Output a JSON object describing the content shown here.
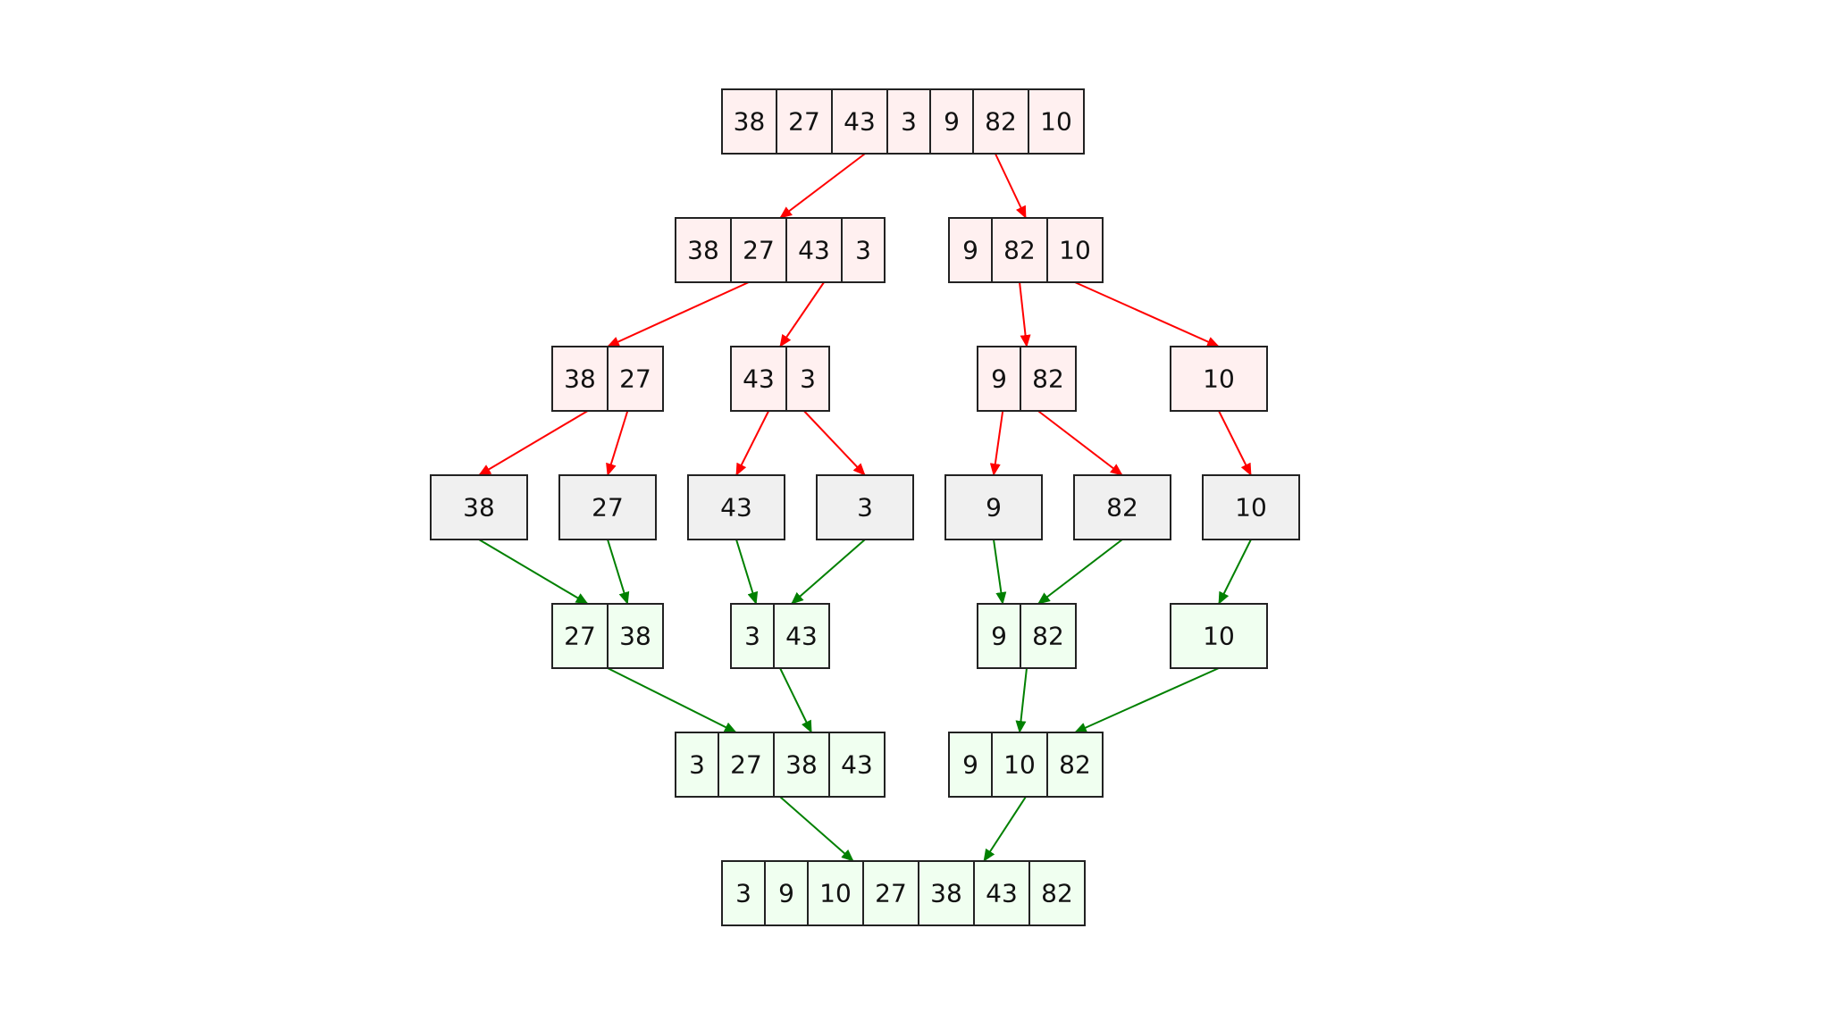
{
  "colors": {
    "split_fill": "#fff0f0",
    "leaf_fill": "#f0f0f0",
    "merge_fill": "#f0fff0",
    "split_edge": "#ff0000",
    "merge_edge": "#008000",
    "border": "#222222"
  },
  "nodes": [
    {
      "id": "root",
      "kind": "split",
      "values": [
        "38",
        "27",
        "43",
        "3",
        "9",
        "82",
        "10"
      ]
    },
    {
      "id": "s_left",
      "kind": "split",
      "values": [
        "38",
        "27",
        "43",
        "3"
      ]
    },
    {
      "id": "s_right",
      "kind": "split",
      "values": [
        "9",
        "82",
        "10"
      ]
    },
    {
      "id": "s_38_27",
      "kind": "split",
      "values": [
        "38",
        "27"
      ]
    },
    {
      "id": "s_43_3",
      "kind": "split",
      "values": [
        "43",
        "3"
      ]
    },
    {
      "id": "s_9_82",
      "kind": "split",
      "values": [
        "9",
        "82"
      ]
    },
    {
      "id": "s_10",
      "kind": "split",
      "values": [
        "10"
      ]
    },
    {
      "id": "leaf_38",
      "kind": "leaf",
      "values": [
        "38"
      ]
    },
    {
      "id": "leaf_27",
      "kind": "leaf",
      "values": [
        "27"
      ]
    },
    {
      "id": "leaf_43",
      "kind": "leaf",
      "values": [
        "43"
      ]
    },
    {
      "id": "leaf_3",
      "kind": "leaf",
      "values": [
        "3"
      ]
    },
    {
      "id": "leaf_9",
      "kind": "leaf",
      "values": [
        "9"
      ]
    },
    {
      "id": "leaf_82",
      "kind": "leaf",
      "values": [
        "82"
      ]
    },
    {
      "id": "leaf_10",
      "kind": "leaf",
      "values": [
        "10"
      ]
    },
    {
      "id": "m_27_38",
      "kind": "merge",
      "values": [
        "27",
        "38"
      ]
    },
    {
      "id": "m_3_43",
      "kind": "merge",
      "values": [
        "3",
        "43"
      ]
    },
    {
      "id": "m_9_82",
      "kind": "merge",
      "values": [
        "9",
        "82"
      ]
    },
    {
      "id": "m_10",
      "kind": "merge",
      "values": [
        "10"
      ]
    },
    {
      "id": "m_left",
      "kind": "merge",
      "values": [
        "3",
        "27",
        "38",
        "43"
      ]
    },
    {
      "id": "m_right",
      "kind": "merge",
      "values": [
        "9",
        "10",
        "82"
      ]
    },
    {
      "id": "result",
      "kind": "merge",
      "values": [
        "3",
        "9",
        "10",
        "27",
        "38",
        "43",
        "82"
      ]
    }
  ],
  "edges": [
    {
      "from": "root",
      "to": "s_left",
      "kind": "split"
    },
    {
      "from": "root",
      "to": "s_right",
      "kind": "split"
    },
    {
      "from": "s_left",
      "to": "s_38_27",
      "kind": "split"
    },
    {
      "from": "s_left",
      "to": "s_43_3",
      "kind": "split"
    },
    {
      "from": "s_right",
      "to": "s_9_82",
      "kind": "split"
    },
    {
      "from": "s_right",
      "to": "s_10",
      "kind": "split"
    },
    {
      "from": "s_38_27",
      "to": "leaf_38",
      "kind": "split"
    },
    {
      "from": "s_38_27",
      "to": "leaf_27",
      "kind": "split"
    },
    {
      "from": "s_43_3",
      "to": "leaf_43",
      "kind": "split"
    },
    {
      "from": "s_43_3",
      "to": "leaf_3",
      "kind": "split"
    },
    {
      "from": "s_9_82",
      "to": "leaf_9",
      "kind": "split"
    },
    {
      "from": "s_9_82",
      "to": "leaf_82",
      "kind": "split"
    },
    {
      "from": "s_10",
      "to": "leaf_10",
      "kind": "split"
    },
    {
      "from": "leaf_38",
      "to": "m_27_38",
      "kind": "merge"
    },
    {
      "from": "leaf_27",
      "to": "m_27_38",
      "kind": "merge"
    },
    {
      "from": "leaf_43",
      "to": "m_3_43",
      "kind": "merge"
    },
    {
      "from": "leaf_3",
      "to": "m_3_43",
      "kind": "merge"
    },
    {
      "from": "leaf_9",
      "to": "m_9_82",
      "kind": "merge"
    },
    {
      "from": "leaf_82",
      "to": "m_9_82",
      "kind": "merge"
    },
    {
      "from": "leaf_10",
      "to": "m_10",
      "kind": "merge"
    },
    {
      "from": "m_27_38",
      "to": "m_left",
      "kind": "merge"
    },
    {
      "from": "m_3_43",
      "to": "m_left",
      "kind": "merge"
    },
    {
      "from": "m_9_82",
      "to": "m_right",
      "kind": "merge"
    },
    {
      "from": "m_10",
      "to": "m_right",
      "kind": "merge"
    },
    {
      "from": "m_left",
      "to": "result",
      "kind": "merge"
    },
    {
      "from": "m_right",
      "to": "result",
      "kind": "merge"
    }
  ]
}
